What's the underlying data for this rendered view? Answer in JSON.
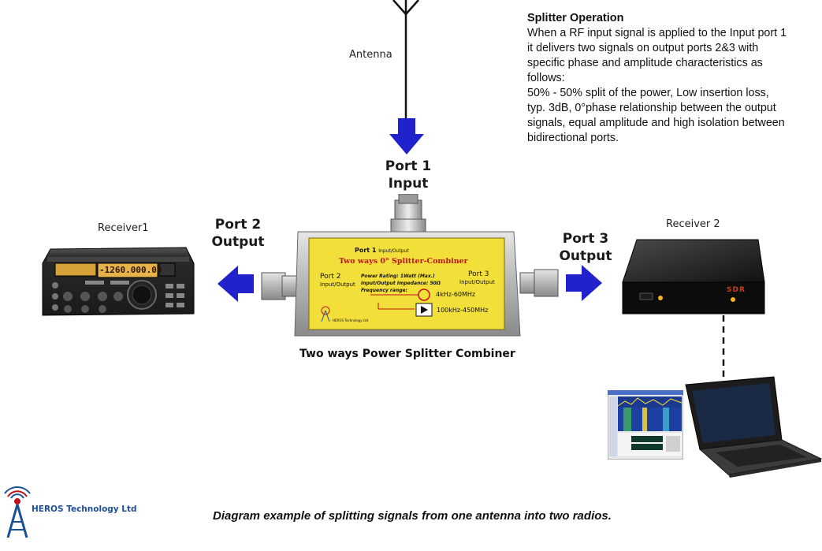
{
  "labels": {
    "antenna": "Antenna",
    "port1": [
      "Port 1",
      "Input"
    ],
    "port2": [
      "Port 2",
      "Output"
    ],
    "port3": [
      "Port 3",
      "Output"
    ],
    "receiver1": "Receiver1",
    "receiver2": "Receiver 2",
    "splitter_caption": "Two ways Power Splitter Combiner",
    "footer": "Diagram example of splitting signals from one antenna into two radios."
  },
  "info": {
    "title": "Splitter Operation",
    "lines": [
      "When a RF input signal is applied to the Input port 1",
      "it delivers two signals on output ports 2&3 with",
      "specific phase and amplitude characteristics as",
      "follows:",
      "50% - 50% split of the power, Low insertion loss,",
      "typ. 3dB, 0°phase relationship between the output",
      "signals, equal amplitude and high isolation between",
      "bidirectional ports."
    ]
  },
  "splitter_plate": {
    "port1": "Port 1",
    "port1_sub": "Input/Output",
    "title": "Two ways 0° Splitter-Combiner",
    "port2": "Port 2",
    "port2_sub": "Input/Output",
    "port3": "Port 3",
    "port3_sub": "Input/Output",
    "spec1": "Power Rating: 1Watt (Max.)",
    "spec2": "Input/Output Impedance: 50Ω",
    "spec3": "Frequency range:",
    "range1": "4kHz-60MHz",
    "range2": "100kHz-450MHz",
    "maker": "HEROS Technology Ltd"
  },
  "receiver1_display": "-1260.000.00",
  "receiver2_badge": "SDR",
  "logo": {
    "text": "HEROS Technology Ltd"
  },
  "colors": {
    "arrow": "#2222cc",
    "plate": "#f2df3a",
    "plate_text_red": "#c0141b",
    "logo_blue": "#1d4f97",
    "logo_red": "#c0141b"
  }
}
